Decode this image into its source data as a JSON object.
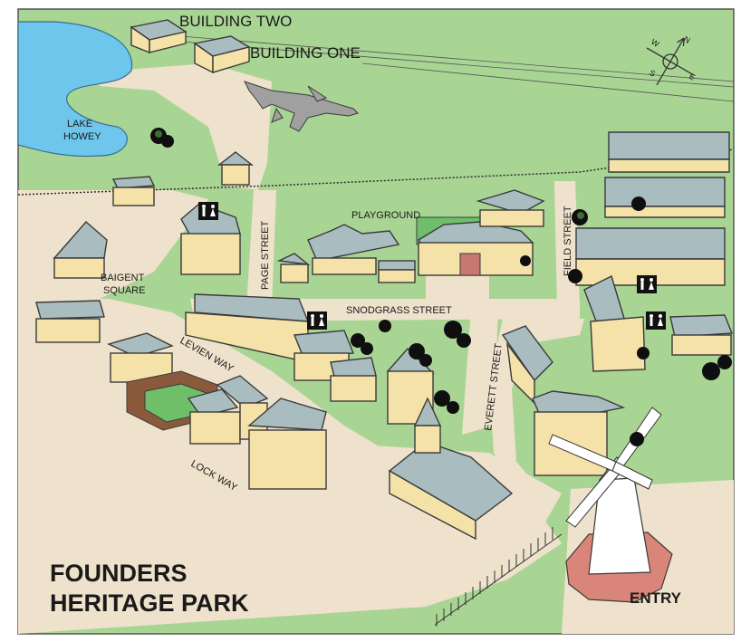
{
  "map": {
    "title_line1": "FOUNDERS",
    "title_line2": "HERITAGE PARK",
    "entry": "ENTRY",
    "lake": {
      "line1": "LAKE",
      "line2": "HOWEY"
    },
    "buildings": {
      "two": "BUILDING TWO",
      "one": "BUILDING ONE"
    },
    "places": {
      "playground": "PLAYGROUND",
      "baigent_line1": "BAIGENT",
      "baigent_line2": "SQUARE"
    },
    "streets": {
      "page": "PAGE STREET",
      "snodgrass": "SNODGRASS STREET",
      "field": "FIELD STREET",
      "everett": "EVERETT STREET",
      "levien": "LEVIEN WAY",
      "lock": "LOCK WAY"
    },
    "compass": {
      "n": "N",
      "s": "S",
      "e": "E",
      "w": "W"
    },
    "icons": [
      "toilet-icon",
      "compass-rose-icon",
      "airplane-icon",
      "windmill-icon"
    ],
    "colors": {
      "grass": "#a9d594",
      "road": "#efe2cc",
      "lake": "#6ec6ec",
      "building_wall": "#f4e2a8",
      "building_roof": "#a9bcc0",
      "playground": "#6fbf6a",
      "windmill_base": "#d9857a"
    }
  }
}
